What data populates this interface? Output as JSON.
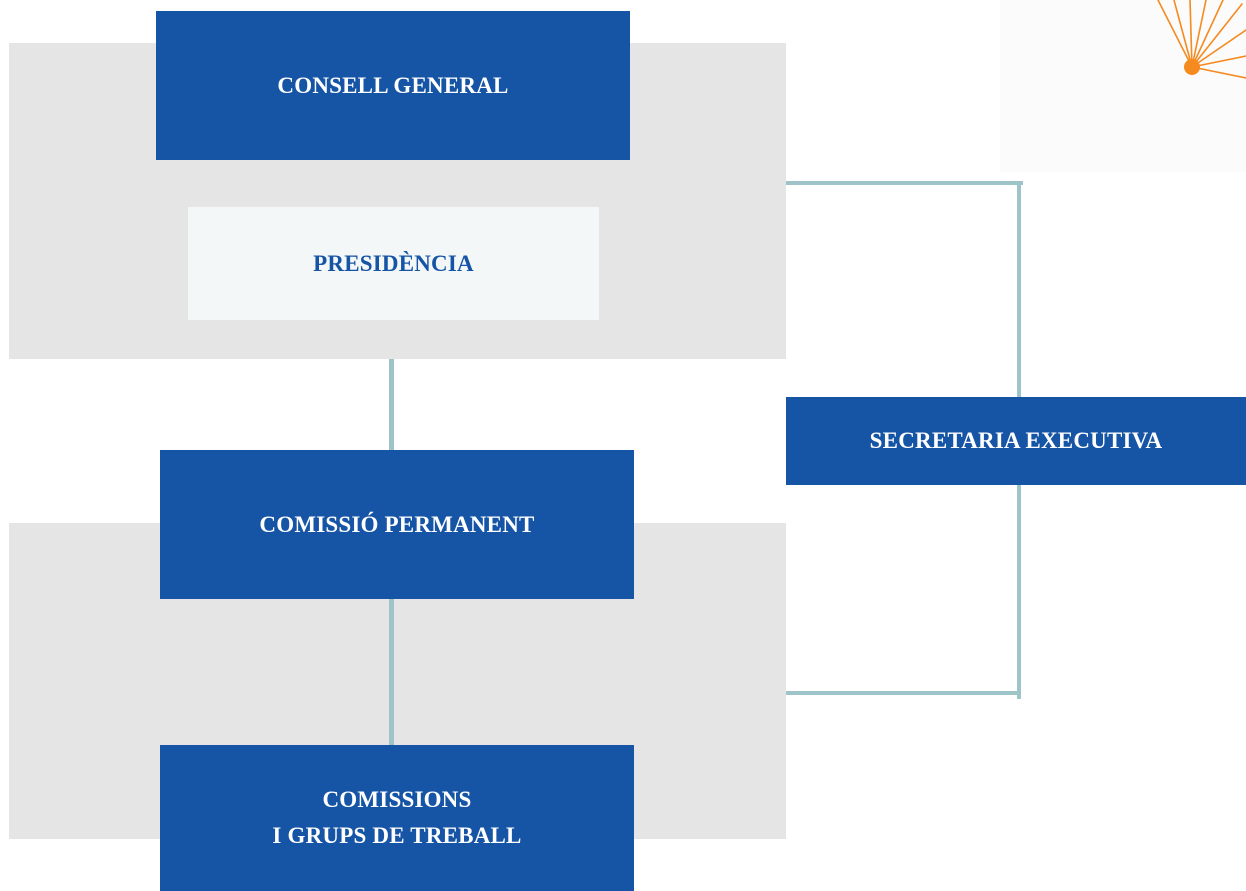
{
  "diagram": {
    "nodes": {
      "consell_general": {
        "label": "CONSELL GENERAL"
      },
      "presidencia": {
        "label": "PRESIDÈNCIA"
      },
      "comissio_permanent": {
        "label": "COMISSIÓ PERMANENT"
      },
      "secretaria_executiva": {
        "label": "SECRETARIA EXECUTIVA"
      },
      "comissions": {
        "line1": "COMISSIONS",
        "line2": "I GRUPS DE TREBALL"
      }
    },
    "edges": [
      {
        "from": "consell_general",
        "to": "comissio_permanent"
      },
      {
        "from": "comissio_permanent",
        "to": "comissions"
      },
      {
        "from": "consell_general",
        "to": "secretaria_executiva"
      },
      {
        "from": "secretaria_executiva",
        "to": "comissio_permanent"
      }
    ]
  },
  "colors": {
    "node_dark": "#1654a6",
    "node_light": "#f4f7f8",
    "panel": "#e5e5e5",
    "connector": "#9ec3c8",
    "accent": "#f58a1f"
  },
  "decoration": {
    "logo_icon": "sunburst-logo-icon"
  }
}
